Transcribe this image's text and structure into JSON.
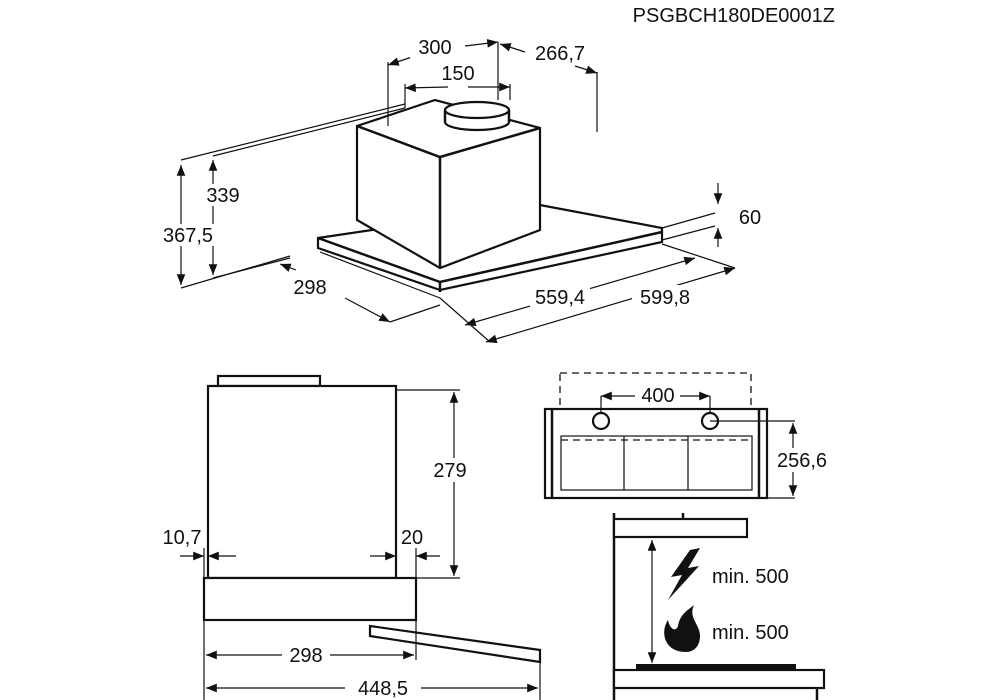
{
  "model_code": "PSGBCH180DE0001Z",
  "iso_view": {
    "dims": {
      "width_top": "300",
      "depth_top": "266,7",
      "duct": "150",
      "height_total": "367,5",
      "height_box": "339",
      "panel_height": "60",
      "depth": "298",
      "width_inner": "559,4",
      "width_outer": "599,8"
    }
  },
  "side_view": {
    "dims": {
      "height": "279",
      "left_offset": "10,7",
      "right_offset": "20",
      "depth": "298",
      "depth_extended": "448,5"
    }
  },
  "front_view": {
    "dims": {
      "hole_spacing": "400",
      "height": "256,6"
    }
  },
  "clearance": {
    "electric_label": "min. 500",
    "gas_label": "min. 500"
  }
}
